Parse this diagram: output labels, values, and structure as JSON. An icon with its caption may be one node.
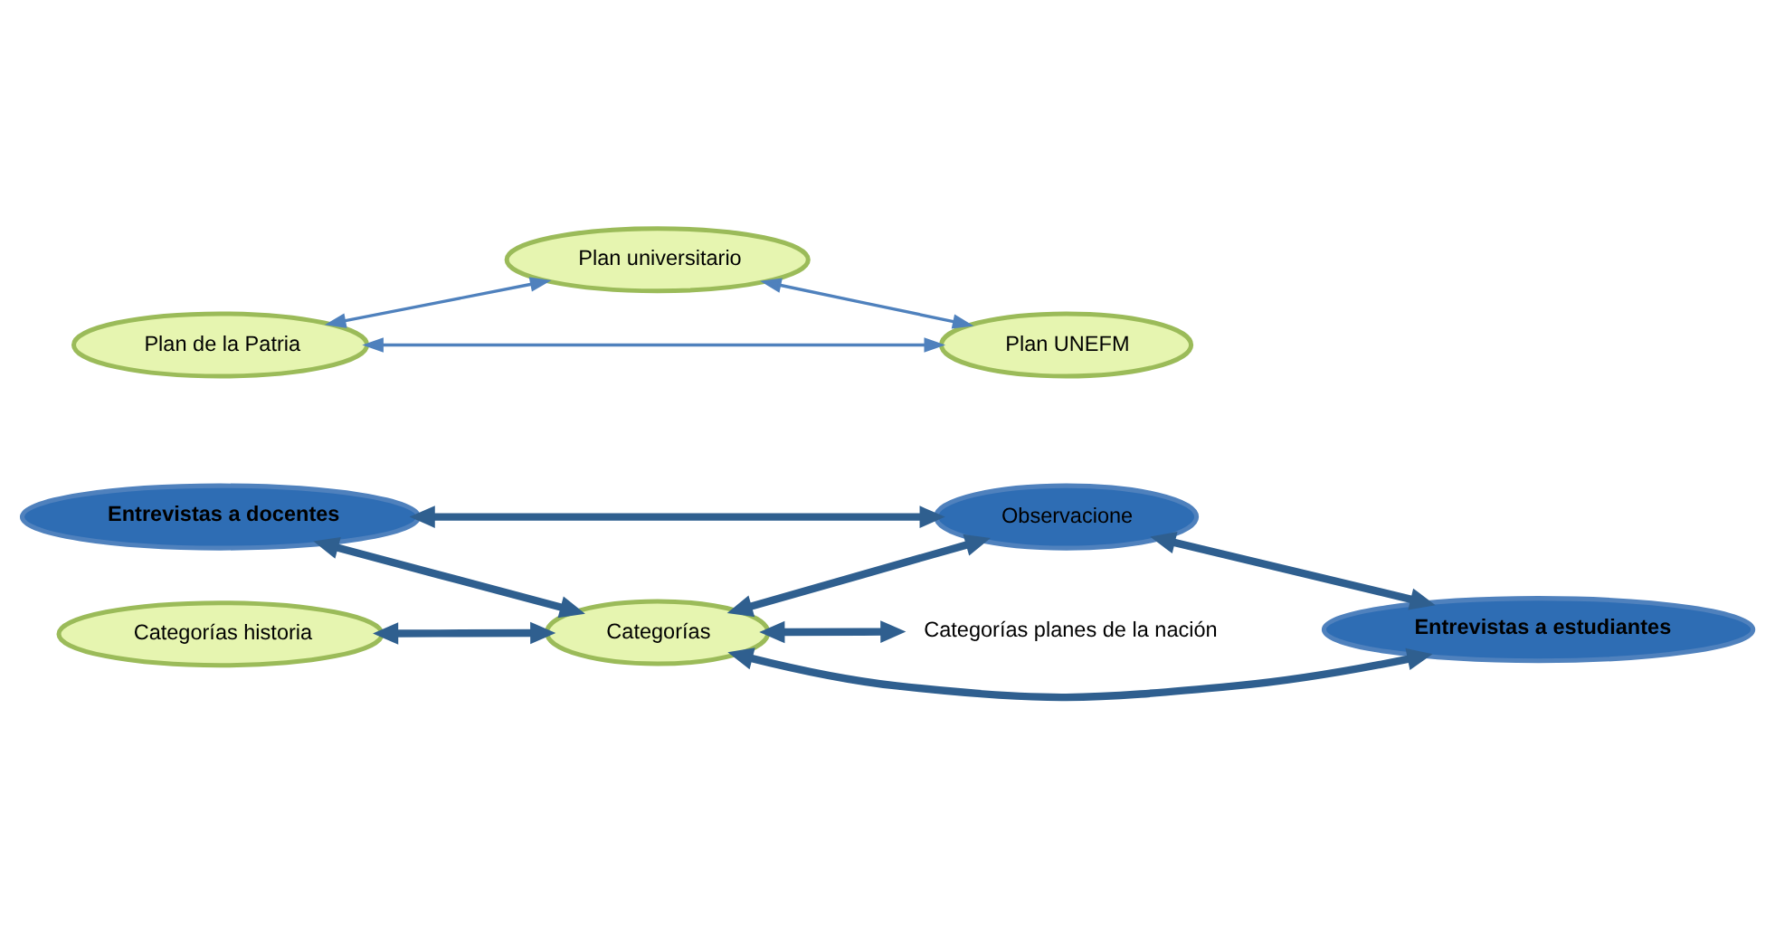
{
  "diagram": {
    "nodes": [
      {
        "text": [
          "Categorías historia"
        ]
      },
      {
        "text": [
          "Entrevistas a docentes"
        ]
      },
      {
        "text": [
          "Plan de la Patria"
        ]
      },
      {
        "text": [
          "Categorías"
        ]
      },
      {
        "text": [
          "Observacione"
        ]
      },
      {
        "text": [
          "Categorías planes de la nación"
        ]
      },
      {
        "text": [
          "Entrevistas a estudiantes"
        ]
      },
      {
        "text": [
          "Plan universitario"
        ]
      },
      {
        "text": [
          "Plan UNEFM"
        ]
      }
    ],
    "edges": [
      {
        "from": 0,
        "to": 3,
        "arrow": "both"
      },
      {
        "from": 1,
        "to": 3,
        "arrow": "both"
      },
      {
        "from": 3,
        "to": 4,
        "arrow": "both"
      },
      {
        "from": 3,
        "to": 6,
        "arrow": "both"
      },
      {
        "from": 1,
        "to": 4,
        "arrow": "both"
      },
      {
        "from": 4,
        "to": 6,
        "arrow": "both"
      },
      {
        "from": 3,
        "to": 5,
        "arrow": "both"
      },
      {
        "from": 2,
        "to": 7,
        "arrow": "both",
        "color": "#4f81bd"
      },
      {
        "from": 2,
        "to": 8,
        "arrow": "both",
        "color": "#4f81bd"
      },
      {
        "from": 7,
        "to": 8,
        "arrow": "both",
        "color": "#4f81bd"
      }
    ]
  }
}
